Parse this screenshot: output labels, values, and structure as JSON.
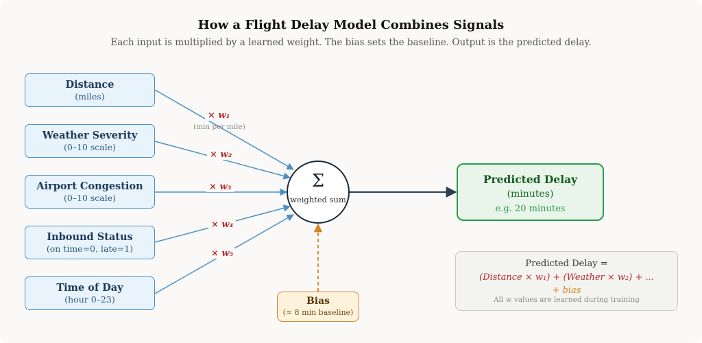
{
  "title": "How a Flight Delay Model Combines Signals",
  "subtitle": "Each input is multiplied by a learned weight. The bias sets the baseline. Output is the predicted delay.",
  "inputs": [
    {
      "name": "Distance",
      "unit": "(miles)"
    },
    {
      "name": "Weather Severity",
      "unit": "(0–10 scale)"
    },
    {
      "name": "Airport Congestion",
      "unit": "(0–10 scale)"
    },
    {
      "name": "Inbound Status",
      "unit": "(on time=0, late=1)"
    },
    {
      "name": "Time of Day",
      "unit": "(hour 0–23)"
    }
  ],
  "weights": [
    "× w₁",
    "× w₂",
    "× w₃",
    "× w₄",
    "× w₅"
  ],
  "weight_note": "(min per mile)",
  "sum": {
    "symbol": "Σ",
    "label": "weighted sum"
  },
  "output": {
    "title": "Predicted Delay",
    "unit": "(minutes)",
    "example": "e.g. 20 minutes"
  },
  "bias": {
    "title": "Bias",
    "note": "(≈ 8 min baseline)"
  },
  "formula": {
    "line1": "Predicted Delay =",
    "line2": "(Distance × w₁) + (Weather × w₂) + ...",
    "line3": "+ bias",
    "note": "All w values are learned during training"
  },
  "colors": {
    "input": "#4a90c8",
    "weight": "#b8292f",
    "output": "#2a9d4a",
    "bias": "#d98222",
    "node": "#1a2a3a"
  }
}
